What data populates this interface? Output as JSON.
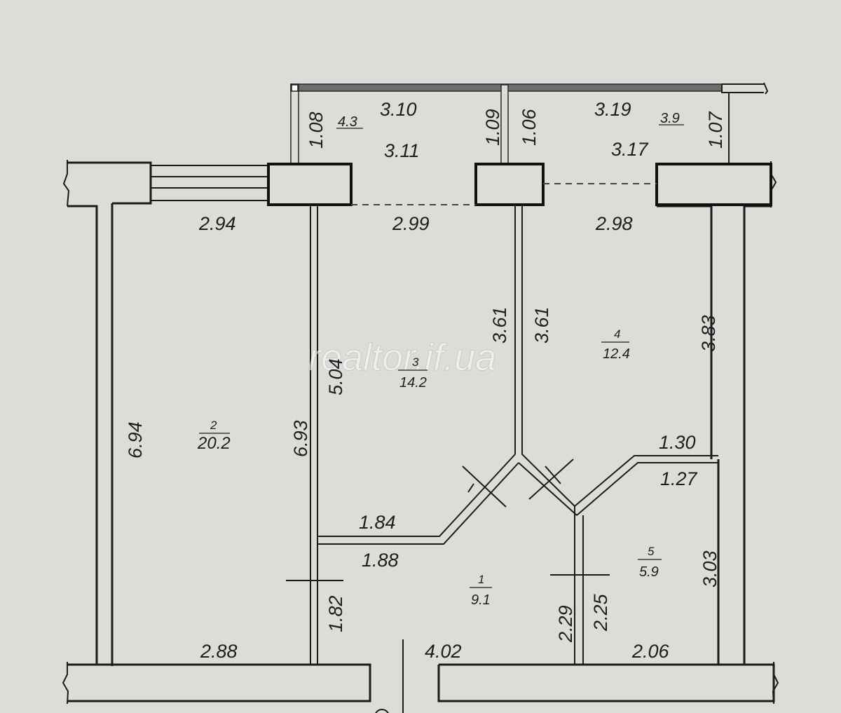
{
  "watermark": "realtor.if.ua",
  "rooms": [
    {
      "number": "1",
      "area": "9.1"
    },
    {
      "number": "2",
      "area": "20.2"
    },
    {
      "number": "3",
      "area": "14.2"
    },
    {
      "number": "4",
      "area": "12.4"
    },
    {
      "number": "5",
      "area": "5.9"
    }
  ],
  "balcony": {
    "left_area": "4.3",
    "right_area": "3.9",
    "left_outer": "3.10",
    "left_inner": "3.11",
    "right_outer": "3.19",
    "right_inner": "3.17",
    "left_depth": "1.08",
    "mid_depth_left": "1.09",
    "mid_depth_right": "1.06",
    "right_depth": "1.07"
  },
  "dimensions": {
    "room2_top": "2.94",
    "room2_height": "6.94",
    "room2_height_inner": "6.93",
    "room2_bottom": "2.88",
    "room3_top": "2.99",
    "room3_height": "5.04",
    "room3_right": "3.61",
    "room3_bottom": "1.84",
    "room4_top": "2.98",
    "room4_left": "3.61",
    "room4_right": "3.83",
    "room5_top_outer": "1.30",
    "room5_top_inner": "1.27",
    "room5_right": "3.03",
    "room5_left_inner": "2.25",
    "room5_bottom": "2.06",
    "hall_top": "1.88",
    "hall_left": "1.82",
    "hall_right": "2.29",
    "hall_bottom": "4.02"
  }
}
